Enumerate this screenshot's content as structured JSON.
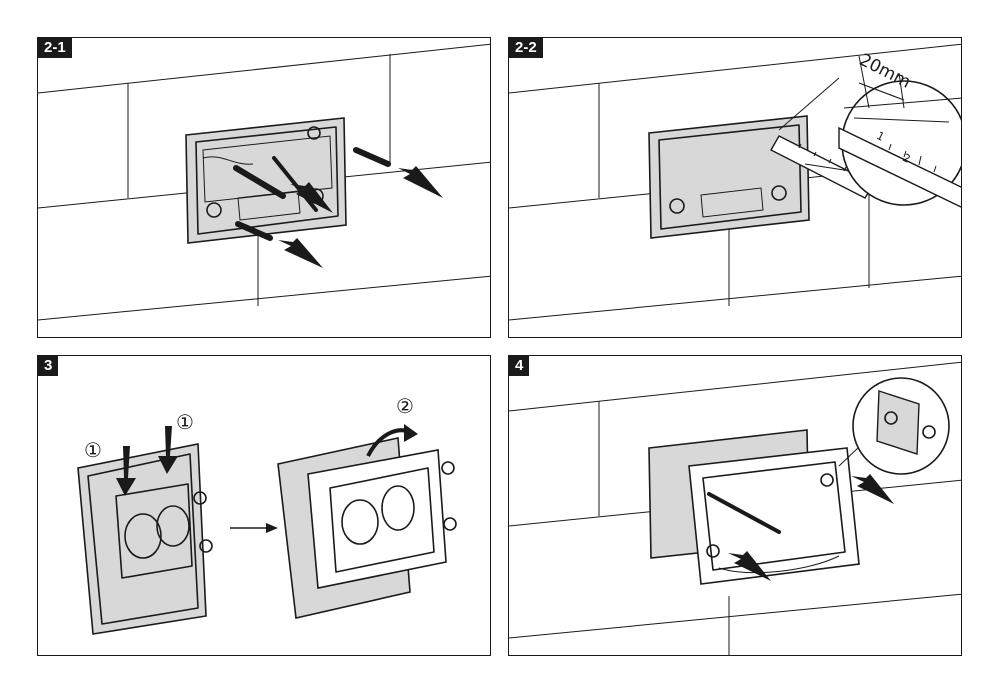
{
  "panels": [
    {
      "step": "2-1"
    },
    {
      "step": "2-2",
      "measure": "20mm",
      "ruler_marks": [
        "1",
        "2"
      ]
    },
    {
      "step": "3",
      "markers": [
        "①",
        "①",
        "②"
      ]
    },
    {
      "step": "4"
    }
  ],
  "colors": {
    "line": "#1a1a1a",
    "frame_fill": "#d8d8d8",
    "background": "#ffffff"
  }
}
